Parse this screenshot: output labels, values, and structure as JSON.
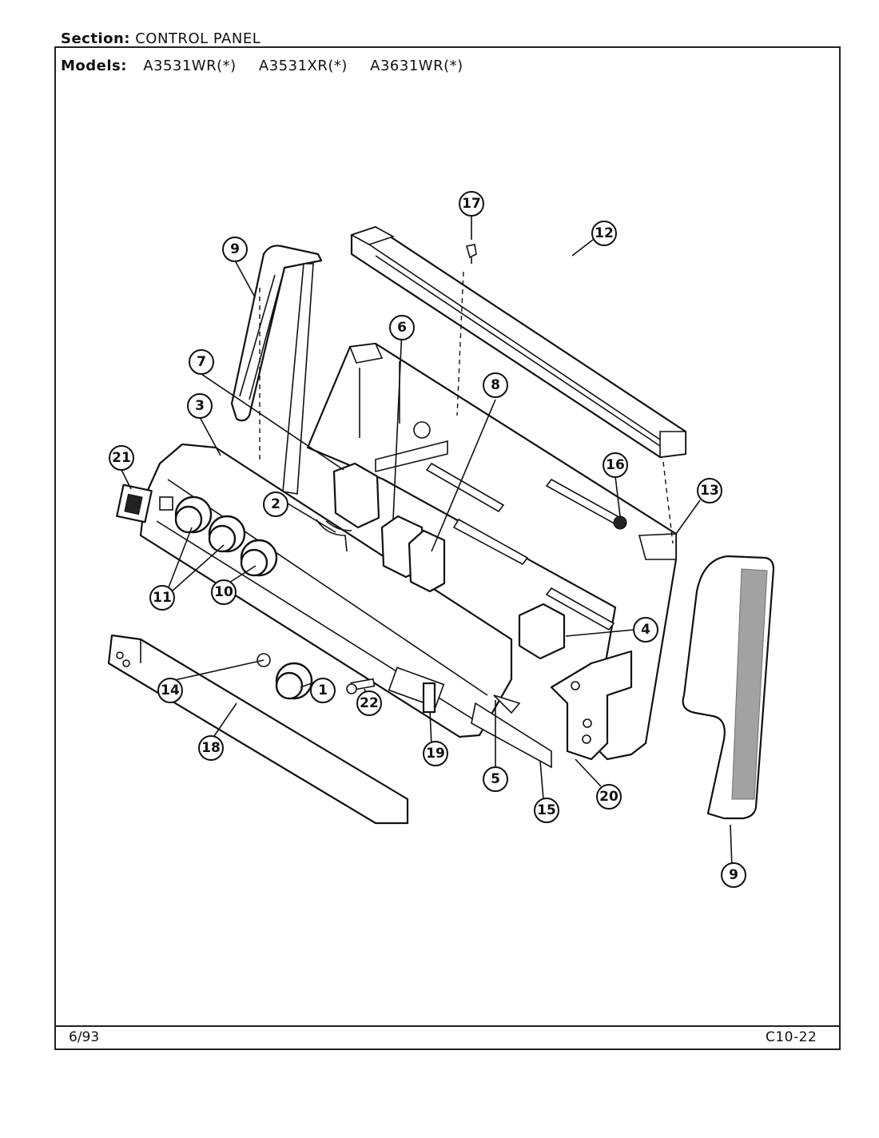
{
  "header": {
    "section_label": "Section:",
    "section_value": "CONTROL PANEL",
    "models_label": "Models:",
    "models": [
      "A3531WR(*)",
      "A3531XR(*)",
      "A3631WR(*)"
    ]
  },
  "footer": {
    "date": "6/93",
    "page_code": "C10-22"
  },
  "callouts": [
    {
      "id": "callout-1",
      "label": "1"
    },
    {
      "id": "callout-2",
      "label": "2"
    },
    {
      "id": "callout-3",
      "label": "3"
    },
    {
      "id": "callout-4",
      "label": "4"
    },
    {
      "id": "callout-5",
      "label": "5"
    },
    {
      "id": "callout-6",
      "label": "6"
    },
    {
      "id": "callout-7",
      "label": "7"
    },
    {
      "id": "callout-8",
      "label": "8"
    },
    {
      "id": "callout-9a",
      "label": "9"
    },
    {
      "id": "callout-9b",
      "label": "9"
    },
    {
      "id": "callout-10",
      "label": "10"
    },
    {
      "id": "callout-11",
      "label": "11"
    },
    {
      "id": "callout-12",
      "label": "12"
    },
    {
      "id": "callout-13",
      "label": "13"
    },
    {
      "id": "callout-14",
      "label": "14"
    },
    {
      "id": "callout-15",
      "label": "15"
    },
    {
      "id": "callout-16",
      "label": "16"
    },
    {
      "id": "callout-17",
      "label": "17"
    },
    {
      "id": "callout-18",
      "label": "18"
    },
    {
      "id": "callout-19",
      "label": "19"
    },
    {
      "id": "callout-20",
      "label": "20"
    },
    {
      "id": "callout-21",
      "label": "21"
    },
    {
      "id": "callout-22",
      "label": "22"
    }
  ]
}
